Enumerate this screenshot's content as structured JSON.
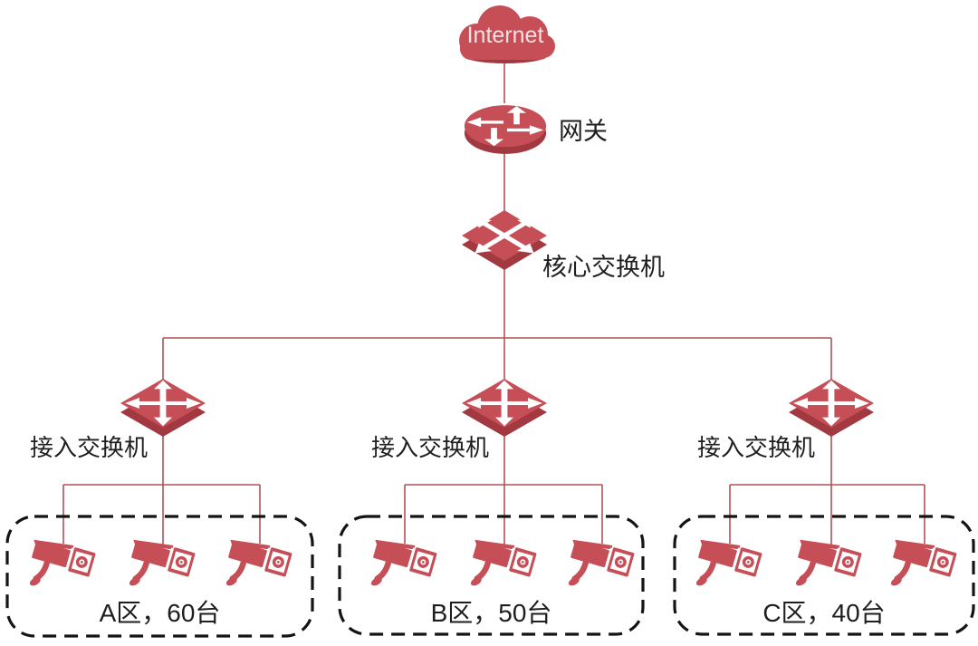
{
  "diagram": {
    "internet_label": "Internet",
    "gateway_label": "网关",
    "core_switch_label": "核心交换机",
    "access_switches": [
      {
        "label": "接入交换机"
      },
      {
        "label": "接入交换机"
      },
      {
        "label": "接入交换机"
      }
    ],
    "zones": [
      {
        "name": "A",
        "label": "A区，60台",
        "camera_count": 3
      },
      {
        "name": "B",
        "label": "B区，50台",
        "camera_count": 3
      },
      {
        "name": "C",
        "label": "C区，40台",
        "camera_count": 3
      }
    ],
    "colors": {
      "device_red": "#c64f57",
      "device_red_dark": "#a23840",
      "line_red": "#b25257",
      "box_border": "#141414",
      "text_color": "#1e1e1e",
      "cloud_text": "#f6dfe0",
      "background": "#ffffff"
    }
  }
}
